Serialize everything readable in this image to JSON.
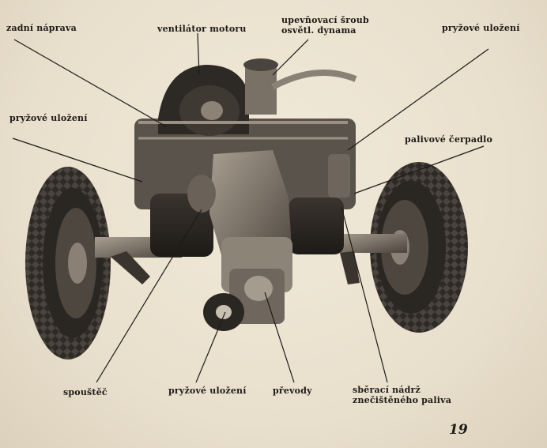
{
  "labels": {
    "zadni_naprava": "zadní náprava",
    "ventilator": "ventilátor motoru",
    "sroub_line1": "upevňovací šroub",
    "sroub_line2": "osvětl. dynama",
    "pryzove_top_right": "pryžové uložení",
    "pryzove_left": "pryžové uložení",
    "palivove_cerpadlo": "palivové čerpadlo",
    "spoustec": "spouštěč",
    "pryzove_bottom": "pryžové uložení",
    "prevody": "převody",
    "nadrz_line1": "sběrací nádrž",
    "nadrz_line2": "znečištěného paliva"
  },
  "page_number": "19",
  "colors": {
    "paper": "#ece3d2",
    "ink": "#1e1a16",
    "tire": "#2a2622",
    "metal": "#6e665c"
  }
}
